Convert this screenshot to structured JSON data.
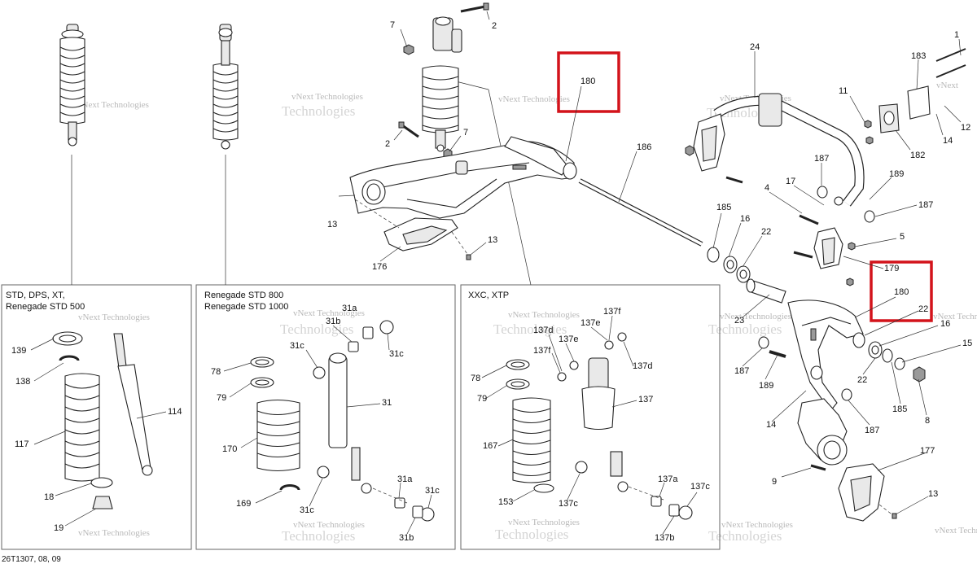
{
  "watermark": "vNext Technologies",
  "watermark_big": "Technologies",
  "watermark_next": "vNext",
  "reference": "26T1307, 08, 09",
  "panels": {
    "std": {
      "title_line1": "STD, DPS, XT,",
      "title_line2": "Renegade STD 500"
    },
    "renegade": {
      "title_line1": "Renegade STD 800",
      "title_line2": "Renegade STD 1000"
    },
    "xxc": {
      "title_line1": "XXC, XTP"
    }
  },
  "labels": {
    "l2a": "2",
    "l7a": "7",
    "l2b": "2",
    "l7b": "7",
    "l13a": "13",
    "l13b": "13",
    "l176": "176",
    "l180a": "180",
    "l186": "186",
    "l24": "24",
    "l183": "183",
    "l1": "1",
    "l11": "11",
    "l182": "182",
    "l12": "12",
    "l14a": "14",
    "l187a": "187",
    "l189a": "189",
    "l187b": "187",
    "l17": "17",
    "l4": "4",
    "l185a": "185",
    "l16a": "16",
    "l22a": "22",
    "l5": "5",
    "l179": "179",
    "l180b": "180",
    "l22b": "22",
    "l23": "23",
    "l16b": "16",
    "l15": "15",
    "l187c": "187",
    "l189b": "189",
    "l22c": "22",
    "l185b": "185",
    "l8": "8",
    "l14b": "14",
    "l187d": "187",
    "l177": "177",
    "l9": "9",
    "l13c": "13",
    "l139": "139",
    "l138": "138",
    "l114": "114",
    "l117": "117",
    "l18": "18",
    "l19": "19",
    "l31a_t": "31a",
    "l31b_t": "31b",
    "l31c_t1": "31c",
    "l31c_t2": "31c",
    "l78a": "78",
    "l79a": "79",
    "l31": "31",
    "l170": "170",
    "l169": "169",
    "l31a_b": "31a",
    "l31c_b1": "31c",
    "l31c_b2": "31c",
    "l31b_b": "31b",
    "l137f_a": "137f",
    "l137d_a": "137d",
    "l137e_a": "137e",
    "l137f_b": "137f",
    "l137e_b": "137e",
    "l137d_b": "137d",
    "l78b": "78",
    "l79b": "79",
    "l137": "137",
    "l167": "167",
    "l153": "153",
    "l137a": "137a",
    "l137c_a": "137c",
    "l137c_b": "137c",
    "l137b": "137b"
  }
}
